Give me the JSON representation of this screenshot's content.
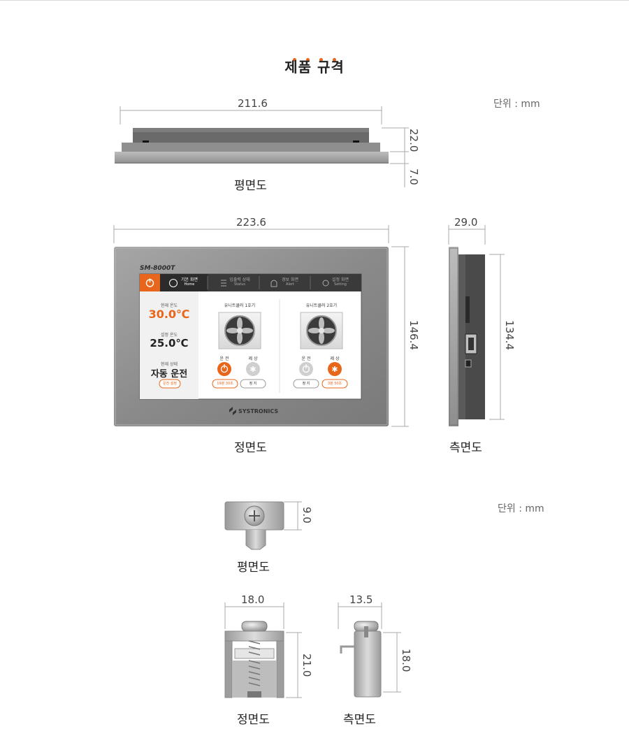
{
  "header": {
    "title": "제품 규격"
  },
  "unit_label": "단위 : mm",
  "panel": {
    "model": "SM-8000T",
    "brand": "SYSTRONICS",
    "views": {
      "top": "평면도",
      "front": "정면도",
      "side": "측면도"
    },
    "dims": {
      "top_width": "211.6",
      "top_depth": "22.0",
      "top_flange": "7.0",
      "front_width": "223.6",
      "front_height": "146.4",
      "side_depth": "29.0",
      "side_height": "134.4"
    },
    "screen": {
      "tabs": [
        {
          "label": "기본 화면",
          "sub": "Home"
        },
        {
          "label": "입출력 상태",
          "sub": "Status"
        },
        {
          "label": "경보 화면",
          "sub": "Alert"
        },
        {
          "label": "설정 화면",
          "sub": "Setting"
        }
      ],
      "current_temp_label": "현재 온도",
      "current_temp": "30.0℃",
      "set_temp_label": "설정 온도",
      "set_temp": "25.0℃",
      "state_label": "현재 상태",
      "state": "자동 운전",
      "state_button": "운전 설정",
      "unit1": {
        "title": "유니트쿨러 1호기",
        "run": "운 전",
        "defrost": "제 상",
        "run_time": "19분 30초",
        "defrost_btn": "정 지"
      },
      "unit2": {
        "title": "유니트쿨러 2호기",
        "run": "운 전",
        "defrost": "제 상",
        "run_btn": "정 지",
        "defrost_time": "3분 50초"
      }
    }
  },
  "bracket": {
    "views": {
      "top": "평면도",
      "front": "정면도",
      "side": "측면도"
    },
    "dims": {
      "top_height": "9.0",
      "front_width": "18.0",
      "front_height": "21.0",
      "side_width": "13.5",
      "side_height": "18.0"
    }
  },
  "colors": {
    "accent": "#e8661b",
    "frame": "#8c8c8c",
    "screen_header": "#3a3a3a"
  }
}
